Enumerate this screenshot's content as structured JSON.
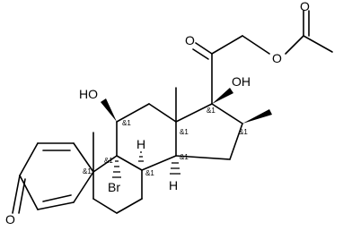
{
  "molecule": {
    "atom_labels": {
      "oh_11": "HO",
      "oh_17": "OH",
      "o_ketone_3": "O",
      "o_ketone_20": "O",
      "o_ester": "O",
      "o_acetyl": "O",
      "br": "Br",
      "h_8": "H",
      "h_14": "H"
    },
    "stereo_labels": {
      "c11": "&1",
      "c9": "&1",
      "c8": "&1",
      "c10": "&1",
      "c13": "&1",
      "c14": "&1",
      "c17": "&1",
      "c16": "&1"
    }
  }
}
